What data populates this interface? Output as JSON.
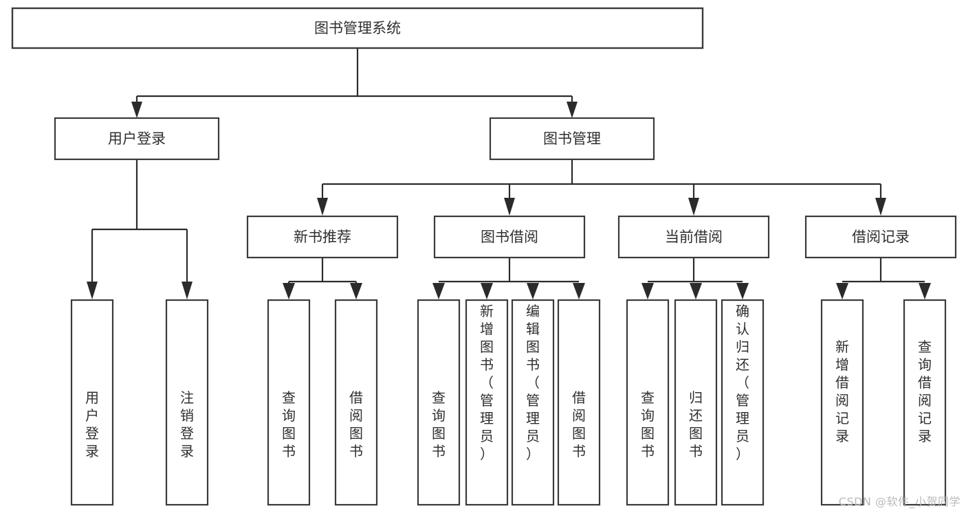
{
  "diagram": {
    "type": "tree",
    "title": "图书管理系统",
    "orientation": "top-down",
    "watermark": "CSDN @软件_小贺同学",
    "colors": {
      "background": "#ffffff",
      "node_fill": "#ffffff",
      "node_stroke": "#3a3a3a",
      "connector": "#2b2b2b",
      "text": "#2f2f2f",
      "watermark": "#b9b9b9"
    },
    "root": {
      "label": "图书管理系统"
    },
    "level1": [
      {
        "id": "user-login",
        "label": "用户登录"
      },
      {
        "id": "book-manage",
        "label": "图书管理"
      }
    ],
    "level2": [
      {
        "id": "new-book-recommend",
        "label": "新书推荐",
        "parent": "book-manage"
      },
      {
        "id": "book-borrow",
        "label": "图书借阅",
        "parent": "book-manage"
      },
      {
        "id": "current-borrow",
        "label": "当前借阅",
        "parent": "book-manage"
      },
      {
        "id": "borrow-record",
        "label": "借阅记录",
        "parent": "book-manage"
      }
    ],
    "leaves": {
      "user-login": [
        {
          "id": "leaf-user-login",
          "label": "用户登录"
        },
        {
          "id": "leaf-user-logout",
          "label": "注销登录"
        }
      ],
      "new-book-recommend": [
        {
          "id": "leaf-query-book-1",
          "label": "查询图书"
        },
        {
          "id": "leaf-borrow-book-1",
          "label": "借阅图书"
        }
      ],
      "book-borrow": [
        {
          "id": "leaf-query-book-2",
          "label": "查询图书"
        },
        {
          "id": "leaf-add-book",
          "label": "新增图书（管理员）"
        },
        {
          "id": "leaf-edit-book",
          "label": "编辑图书（管理员）"
        },
        {
          "id": "leaf-borrow-book-2",
          "label": "借阅图书"
        }
      ],
      "current-borrow": [
        {
          "id": "leaf-query-book-3",
          "label": "查询图书"
        },
        {
          "id": "leaf-return-book",
          "label": "归还图书"
        },
        {
          "id": "leaf-confirm-return",
          "label": "确认归还（管理员）"
        }
      ],
      "borrow-record": [
        {
          "id": "leaf-add-record",
          "label": "新增借阅记录"
        },
        {
          "id": "leaf-query-record",
          "label": "查询借阅记录"
        }
      ]
    }
  }
}
